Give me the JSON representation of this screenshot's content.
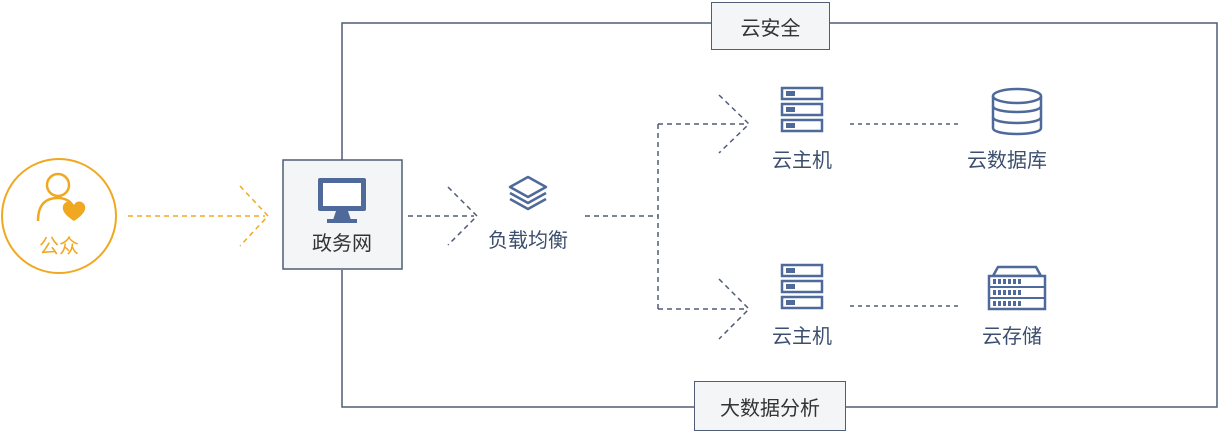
{
  "nodes": {
    "public": {
      "label": "公众"
    },
    "gov_network": {
      "label": "政务网"
    },
    "load_balancer": {
      "label": "负载均衡"
    },
    "host_top": {
      "label": "云主机"
    },
    "host_bottom": {
      "label": "云主机"
    },
    "database": {
      "label": "云数据库"
    },
    "storage": {
      "label": "云存储"
    }
  },
  "frame": {
    "top_label": "云安全",
    "bottom_label": "大数据分析"
  },
  "colors": {
    "line": "#4f5d75",
    "icon": "#4f6a9a",
    "accent": "#f0a820",
    "text": "#3d4f6e"
  }
}
